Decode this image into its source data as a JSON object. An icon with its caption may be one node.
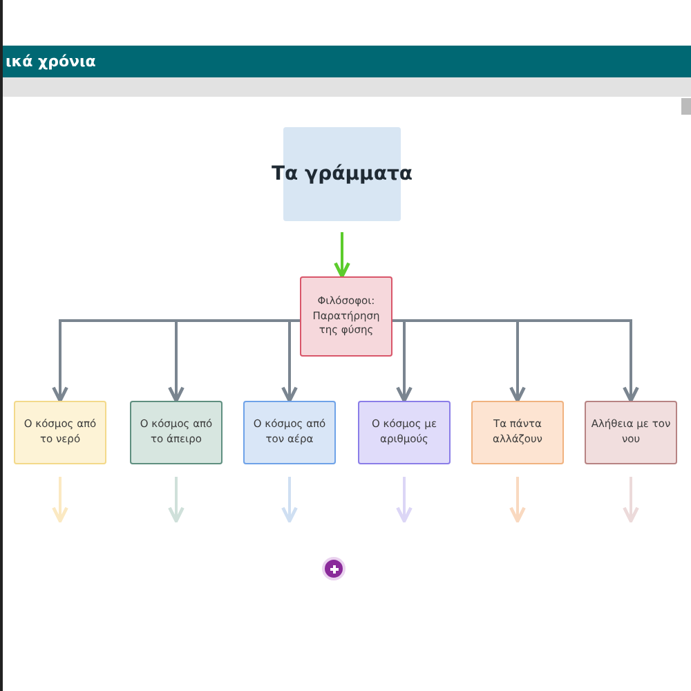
{
  "diagram": {
    "title": "ικά χρόνια",
    "nodes": [
      {
        "text": [
          "Τα γράμματα"
        ]
      },
      {
        "text": [
          "Φιλόσοφοι: Παρατήρηση της φύσης"
        ]
      },
      {
        "text": [
          "Ο κόσμος από το νερό"
        ]
      },
      {
        "text": [
          "Ο κόσμος από το άπειρο"
        ]
      },
      {
        "text": [
          "Ο κόσμος από τον αέρα"
        ]
      },
      {
        "text": [
          "Ο κόσμος με αριθμούς"
        ]
      },
      {
        "text": [
          "Τα πάντα αλλάζουν"
        ]
      },
      {
        "text": [
          "Αλήθεια με τον νου"
        ]
      }
    ],
    "edges": [
      {
        "from": 0,
        "to": 1,
        "arrow": "to",
        "color": "#5ccc2c"
      },
      {
        "from": 1,
        "to": 2,
        "arrow": "to"
      },
      {
        "from": 1,
        "to": 3,
        "arrow": "to"
      },
      {
        "from": 1,
        "to": 4,
        "arrow": "to"
      },
      {
        "from": 1,
        "to": 5,
        "arrow": "to"
      },
      {
        "from": 1,
        "to": 6,
        "arrow": "to"
      },
      {
        "from": 1,
        "to": 7,
        "arrow": "to"
      },
      {
        "from": 2,
        "to": null,
        "arrow": "to",
        "color": "#fbe9c2"
      },
      {
        "from": 3,
        "to": null,
        "arrow": "to",
        "color": "#cfe0da"
      },
      {
        "from": 4,
        "to": null,
        "arrow": "to",
        "color": "#cfdff2"
      },
      {
        "from": 5,
        "to": null,
        "arrow": "to",
        "color": "#dcd6f6"
      },
      {
        "from": 6,
        "to": null,
        "arrow": "to",
        "color": "#f9d9c0"
      },
      {
        "from": 7,
        "to": null,
        "arrow": "to",
        "color": "#ecdada"
      }
    ]
  }
}
